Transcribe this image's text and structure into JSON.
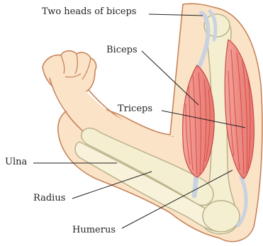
{
  "labels": {
    "two_heads_of_biceps": "Two heads of biceps",
    "biceps": "Biceps",
    "triceps": "Triceps",
    "ulna": "Ulna",
    "radius": "Radius",
    "humerus": "Humerus"
  },
  "colors": {
    "skin": "#fbe3c8",
    "skin_outline": "#c7845a",
    "bone": "#f5efd2",
    "bone_outline": "#b9b28a",
    "muscle": "#ec8e86",
    "muscle_striation": "#d23a3a",
    "tendon": "#dde4ee",
    "leader_line": "#222222"
  }
}
